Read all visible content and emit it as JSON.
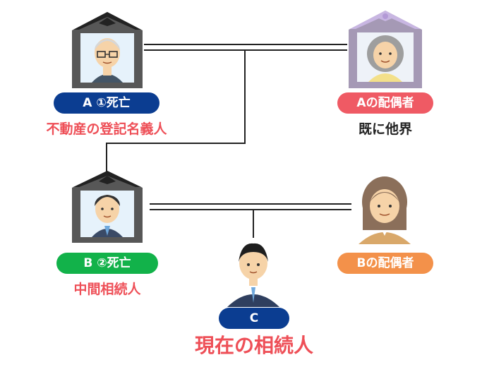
{
  "colors": {
    "navy": "#0b3d91",
    "pink": "#ef5a64",
    "green": "#12b24a",
    "orange": "#f3914a",
    "text_red": "#ee4f57",
    "text_dark": "#222222",
    "line": "#222222",
    "frame_dark": "#555555",
    "frame_light": "#a599b5",
    "ribbon_purple": "#c8b6e2"
  },
  "icons": {
    "person_a": "elderly-man-memorial-portrait",
    "spouse_a": "elderly-woman-memorial-portrait",
    "person_b": "man-memorial-portrait",
    "spouse_b": "woman-portrait",
    "person_c": "young-man-in-suit"
  },
  "person_a": {
    "label": "A ①死亡",
    "note": "不動産の登記名義人"
  },
  "spouse_a": {
    "label": "Aの配偶者",
    "note": "既に他界"
  },
  "person_b": {
    "label": "B ②死亡",
    "note": "中間相続人"
  },
  "spouse_b": {
    "label": "Bの配偶者"
  },
  "person_c": {
    "label": "C",
    "note": "現在の相続人"
  }
}
